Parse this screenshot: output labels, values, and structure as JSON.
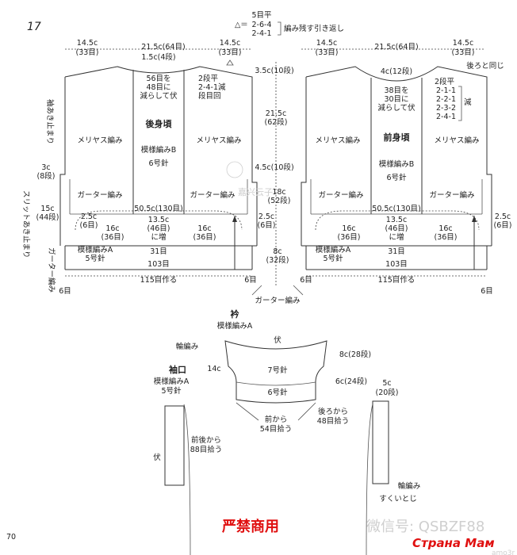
{
  "page": {
    "number": "17",
    "bottom_page": "70",
    "warning": "严禁商用",
    "watermark_wechat": "微信号: QSBZF88",
    "watermark_site": "Страна Мам",
    "watermark_site_small": "amo3r",
    "watermark_logo": "嘉兴云子",
    "accent_red": "#e01010",
    "watermark_color": "#cfcfcf"
  },
  "top_note": {
    "l1": "5目平",
    "l2": "2-6-4",
    "l3": "2-4-1",
    "triangle": "△＝",
    "label": "編み残す引き返し"
  },
  "back": {
    "title": "後身頃",
    "top_left": "14.5c",
    "top_left_st": "(33目)",
    "top_mid": "21.5c(64目)",
    "top_right": "14.5c",
    "top_right_st": "(33目)",
    "neck_depth": "1.5c(4段)",
    "neck_center1": "56目を",
    "neck_center2": "48目に",
    "neck_center3": "減らして伏",
    "neck_side1": "2段平",
    "neck_side2": "2-4-1減",
    "neck_side3": "段目回",
    "rib": "ガーター編み",
    "left_side1": "袖あき止まり",
    "left_side2": "3c",
    "left_side3": "(8段)",
    "slit_w": "15c",
    "slit_rows": "(44段)",
    "slit_label": "スリットあき止まり",
    "garter_side": "ガーター編み",
    "stockinette_left": "メリヤス編み",
    "stockinette_right": "メリヤス編み",
    "pattern_b": "模様編みB",
    "needle6": "6号針",
    "garter_left": "ガーター編み",
    "garter_right": "ガーター編み",
    "width_total": "50.5c(130目)",
    "side_l": "2.5c",
    "side_l_st": "(6目)",
    "lower_l": "16c",
    "lower_l_st": "(36目)",
    "lower_c1": "13.5c",
    "lower_c2": "(46目)",
    "lower_c3": "に増",
    "lower_r": "16c",
    "lower_r_st": "(36目)",
    "st31": "31目",
    "pattern_a": "模様編みA",
    "needle5": "5号針",
    "st103": "103目",
    "cast_on": "115目作る",
    "six_l": "6目",
    "six_r": "6目"
  },
  "center_dims": {
    "d1": "3.5c(10段)",
    "d2": "21.5c",
    "d2b": "(62段)",
    "d3": "4.5c(10段)",
    "d4": "18c",
    "d4b": "(52段)",
    "d5": "8c",
    "d5b": "(32段)",
    "garter": "ガーター編み",
    "right_l": "2.5c",
    "right_l_st": "(6目)"
  },
  "front": {
    "title": "前身頃",
    "top_left": "14.5c",
    "top_left_st": "(33目)",
    "top_mid": "21.5c(64目)",
    "top_right": "14.5c",
    "top_right_st": "(33目)",
    "same_back": "後ろと同じ",
    "neck_depth": "4c(12段)",
    "neck_center1": "38目を",
    "neck_center2": "30目に",
    "neck_center3": "減らして伏",
    "dec1": "2段平",
    "dec2": "2-1-1",
    "dec3": "2-2-1",
    "dec4": "2-3-2",
    "dec5": "2-4-1",
    "dec_label": "減",
    "stockinette_left": "メリヤス編み",
    "stockinette_right": "メリヤス編み",
    "pattern_b": "模様編みB",
    "needle6": "6号針",
    "garter_left": "ガーター編み",
    "garter_right": "ガーター編み",
    "width_total": "50.5c(130目)",
    "side_r": "2.5c",
    "side_r_st": "(6目)",
    "lower_l": "16c",
    "lower_l_st": "(36目)",
    "lower_c1": "13.5c",
    "lower_c2": "(46目)",
    "lower_c3": "に増",
    "lower_r": "16c",
    "lower_r_st": "(36目)",
    "st31": "31目",
    "pattern_a": "模様編みA",
    "needle5": "5号針",
    "st103": "103目",
    "cast_on": "115目作る",
    "six_l": "6目",
    "six_r": "6目"
  },
  "collar": {
    "title": "衿",
    "pattern": "模様編みA",
    "bind_off": "伏",
    "rib": "輪編み",
    "h14": "14c",
    "needle7": "7号針",
    "needle6": "6号針",
    "d8": "8c(28段)",
    "d6": "6c(24段)",
    "pick_front1": "前から",
    "pick_front2": "54目拾う",
    "pick_back1": "後ろから",
    "pick_back2": "48目拾う"
  },
  "cuff": {
    "title": "袖口",
    "pattern": "模様編みA",
    "needle": "5号針",
    "pick1": "前後から",
    "pick2": "88目拾う",
    "bind_off": "伏",
    "w5": "5c",
    "w5_rows": "(20段)",
    "rib": "輪編み",
    "cast": "すくいとじ"
  }
}
